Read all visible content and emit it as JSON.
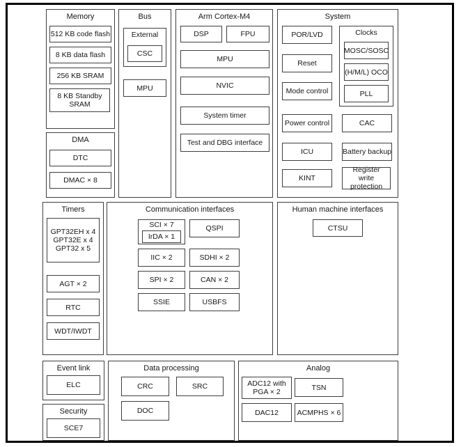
{
  "diagram": {
    "memory": {
      "title": "Memory",
      "items": [
        "512 KB code flash",
        "8 KB data flash",
        "256 KB SRAM",
        "8 KB Standby SRAM"
      ]
    },
    "dma": {
      "title": "DMA",
      "items": [
        "DTC",
        "DMAC × 8"
      ]
    },
    "bus": {
      "title": "Bus",
      "external": {
        "title": "External",
        "item": "CSC"
      },
      "mpu": "MPU"
    },
    "cortex": {
      "title": "Arm Cortex-M4",
      "dsp": "DSP",
      "fpu": "FPU",
      "items": [
        "MPU",
        "NVIC",
        "System timer",
        "Test and DBG interface"
      ]
    },
    "system": {
      "title": "System",
      "left_items": [
        "POR/LVD",
        "Reset",
        "Mode control",
        "Power control",
        "ICU",
        "KINT"
      ],
      "clocks": {
        "title": "Clocks",
        "items": [
          "MOSC/SOSC",
          "(H/M/L) OCO",
          "PLL"
        ]
      },
      "right_items": [
        "CAC",
        "Battery backup",
        "Register write protection"
      ]
    },
    "timers": {
      "title": "Timers",
      "gpt_lines": [
        "GPT32EH x 4",
        "GPT32E x 4",
        "GPT32 x 5"
      ],
      "items": [
        "AGT × 2",
        "RTC",
        "WDT/IWDT"
      ]
    },
    "comm": {
      "title": "Communication interfaces",
      "sci": "SCI × 7",
      "irda": "IrDA × 1",
      "left_items": [
        "IIC × 2",
        "SPI × 2",
        "SSIE"
      ],
      "right_items": [
        "QSPI",
        "SDHI × 2",
        "CAN × 2",
        "USBFS"
      ]
    },
    "hmi": {
      "title": "Human machine interfaces",
      "item": "CTSU"
    },
    "event_link": {
      "title": "Event link",
      "item": "ELC"
    },
    "security": {
      "title": "Security",
      "item": "SCE7"
    },
    "data_processing": {
      "title": "Data processing",
      "items": [
        "CRC",
        "SRC",
        "DOC"
      ]
    },
    "analog": {
      "title": "Analog",
      "adc_lines": [
        "ADC12 with",
        "PGA × 2"
      ],
      "items": [
        "TSN",
        "DAC12",
        "ACMPHS × 6"
      ]
    }
  },
  "colors": {
    "outer_border": "#000000",
    "box_border": "#3e3e3e",
    "background": "#ffffff",
    "text": "#161616"
  }
}
